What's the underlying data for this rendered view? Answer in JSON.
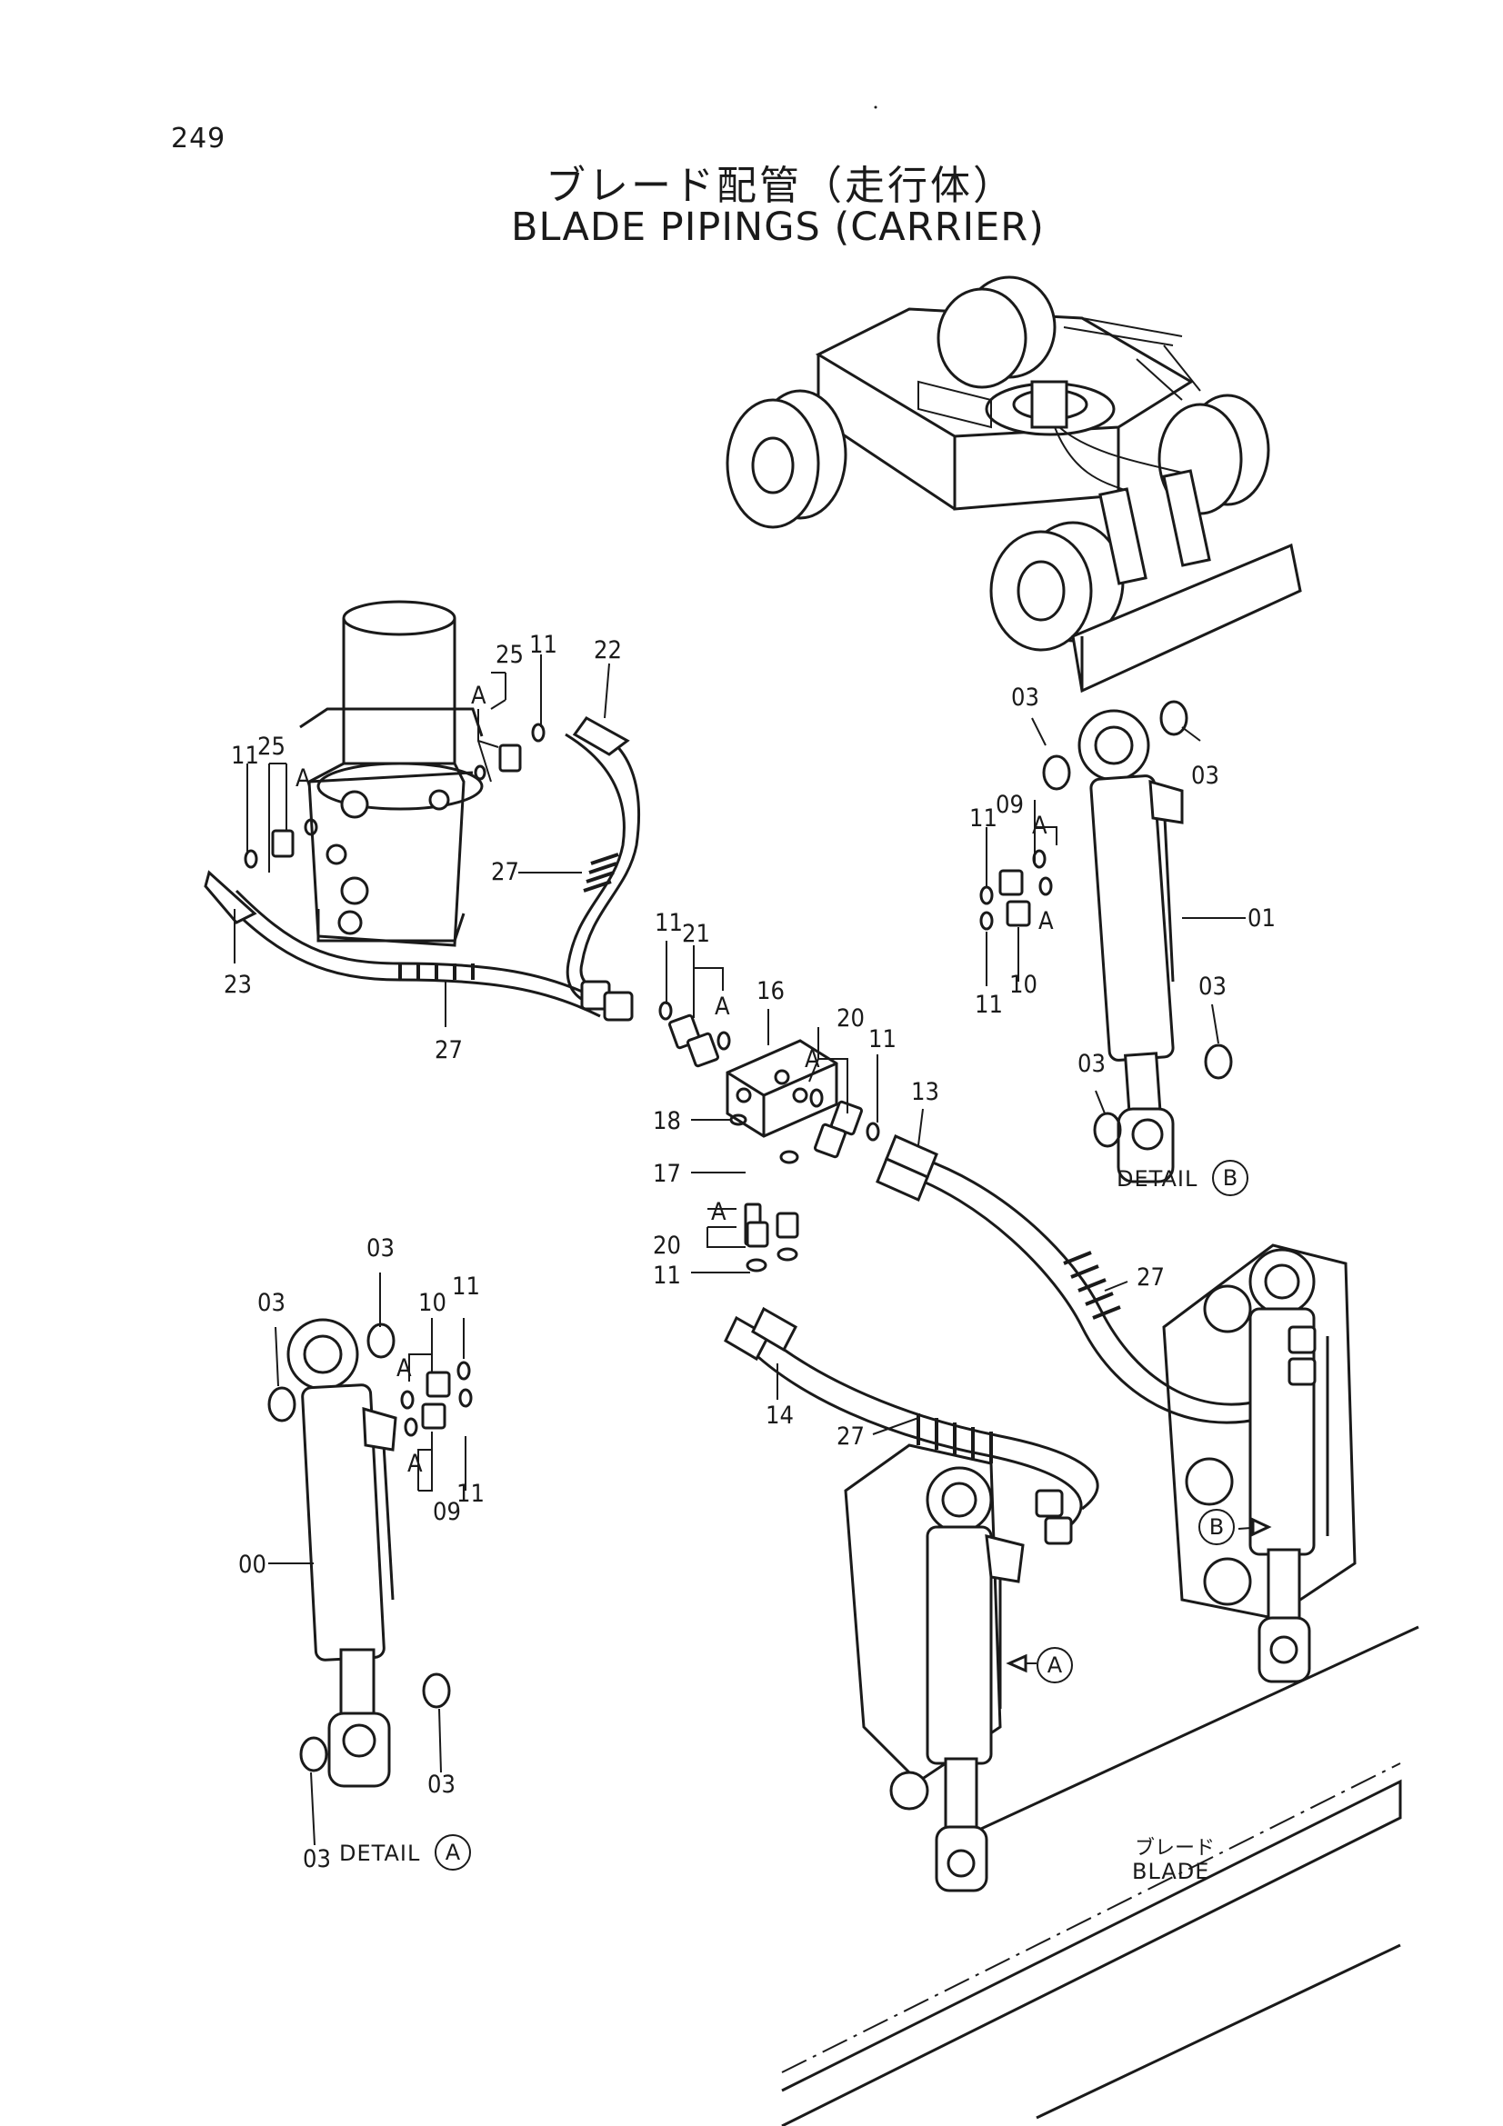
{
  "header": {
    "page_number": "249",
    "title_jp": "ブレード配管（走行体）",
    "title_en": "BLADE PIPINGS (CARRIER)"
  },
  "callouts": {
    "n25a": "25",
    "n11a": "11",
    "n22": "22",
    "n11b": "11",
    "n25b": "25",
    "a1": "A",
    "a2": "A",
    "n27a": "27",
    "n23": "23",
    "n27b": "27",
    "n11c": "11",
    "n21": "21",
    "a3": "A",
    "n16": "16",
    "n20a": "20",
    "n11d": "11",
    "a4": "A",
    "n13": "13",
    "n18": "18",
    "n17": "17",
    "a5": "A",
    "n20b": "20",
    "n11e": "11",
    "n14": "14",
    "n27c": "27",
    "n27d": "27",
    "b03a": "03",
    "b03b": "03",
    "b09": "09",
    "b11a": "11",
    "ba1": "A",
    "ba2": "A",
    "b01": "01",
    "b11b": "11",
    "b10": "10",
    "b03c": "03",
    "b03d": "03",
    "c03a": "03",
    "c03b": "03",
    "c10": "10",
    "c11a": "11",
    "ca1": "A",
    "ca2": "A",
    "c09": "09",
    "c11b": "11",
    "c00": "00",
    "c03c": "03",
    "c03d": "03"
  },
  "details": {
    "detail_a_text": "DETAIL",
    "detail_a_mark": "A",
    "detail_b_text": "DETAIL",
    "detail_b_mark": "B",
    "ref_a_mark": "A",
    "ref_b_mark": "B"
  },
  "blade_label": {
    "jp": "ブレード",
    "en": "BLADE"
  }
}
